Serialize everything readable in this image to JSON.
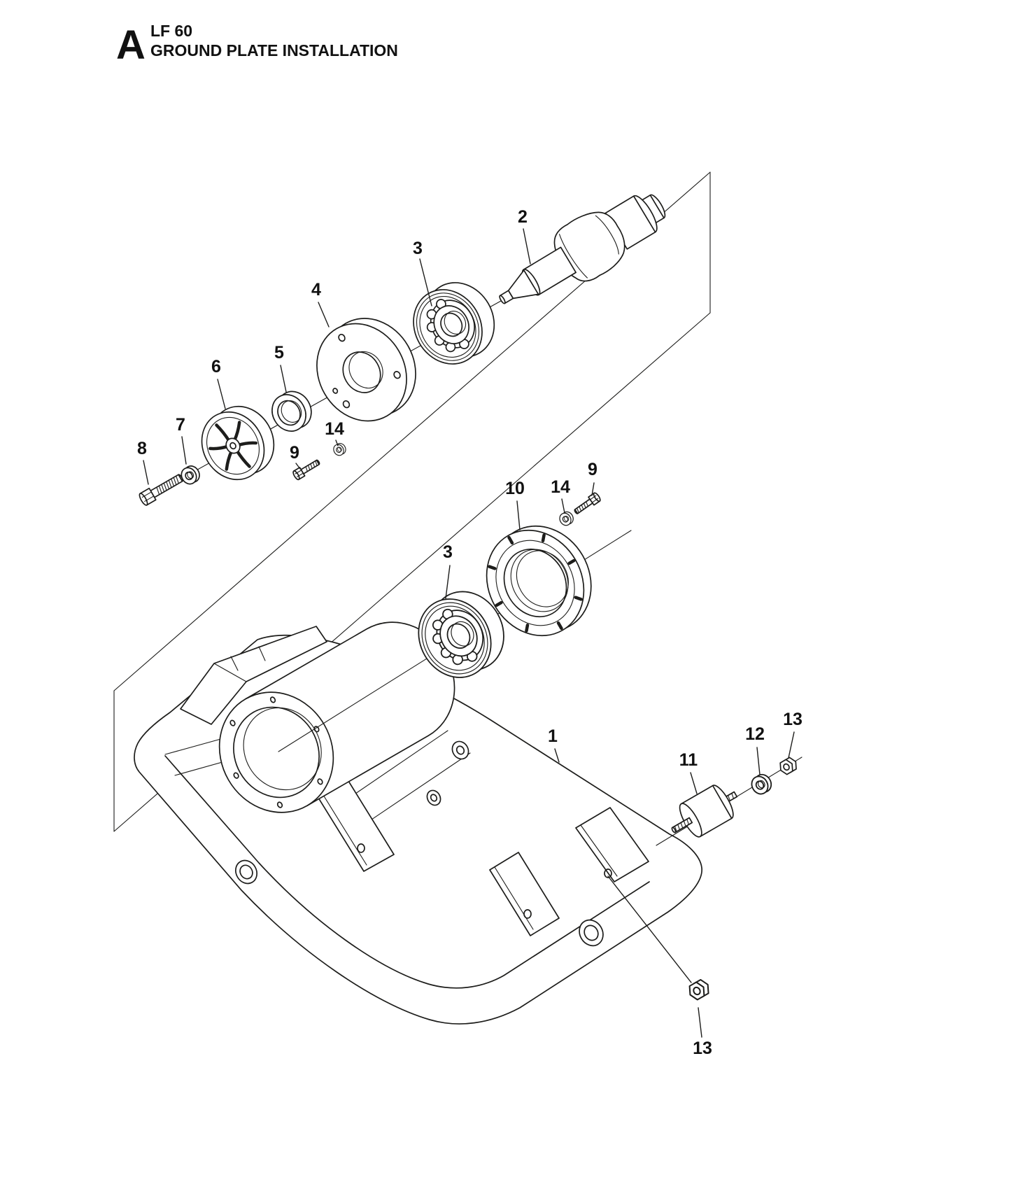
{
  "header": {
    "section_letter": "A",
    "model": "LF 60",
    "title": "GROUND PLATE INSTALLATION"
  },
  "colors": {
    "ink": "#1d1d1b",
    "background": "#ffffff"
  },
  "diagram": {
    "callouts": [
      {
        "number": "2"
      },
      {
        "number": "3"
      },
      {
        "number": "4"
      },
      {
        "number": "5"
      },
      {
        "number": "6"
      },
      {
        "number": "7"
      },
      {
        "number": "8"
      },
      {
        "number": "9"
      },
      {
        "number": "14"
      },
      {
        "number": "10"
      },
      {
        "number": "14"
      },
      {
        "number": "9"
      },
      {
        "number": "3"
      },
      {
        "number": "1"
      },
      {
        "number": "11"
      },
      {
        "number": "12"
      },
      {
        "number": "13"
      },
      {
        "number": "13"
      }
    ]
  }
}
